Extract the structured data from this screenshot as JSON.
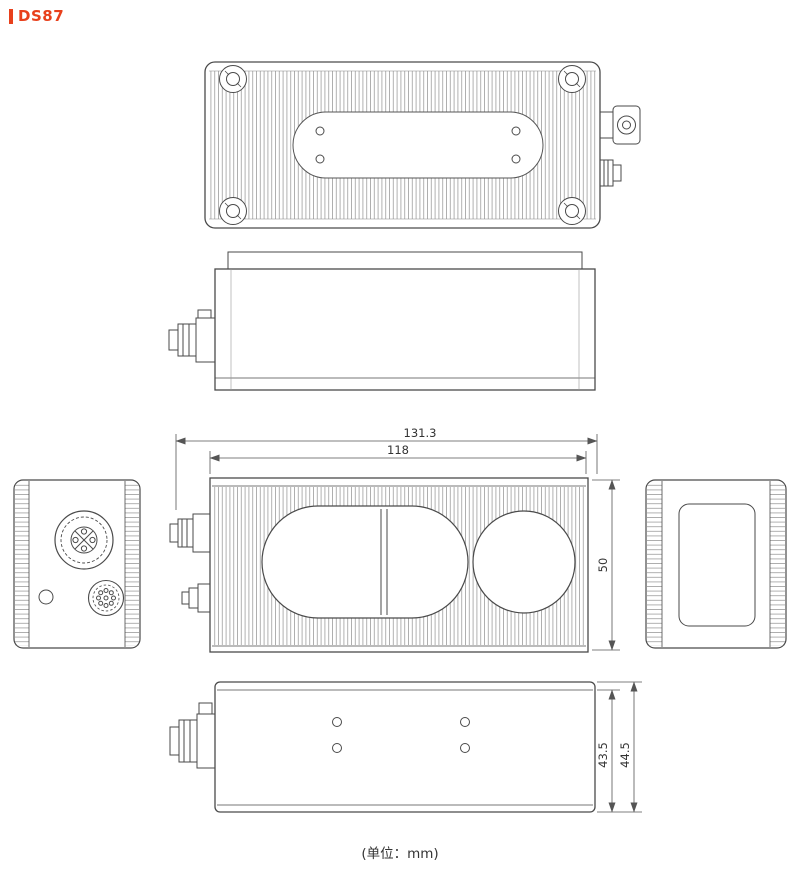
{
  "header": {
    "model": "DS87",
    "accent_color": "#E8401C"
  },
  "drawing": {
    "unit_note": "(单位：mm)",
    "dimensions": {
      "overall_length": "131.3",
      "body_length": "118",
      "body_height": "50",
      "body_depth": "43.5",
      "overall_depth": "44.5"
    }
  }
}
